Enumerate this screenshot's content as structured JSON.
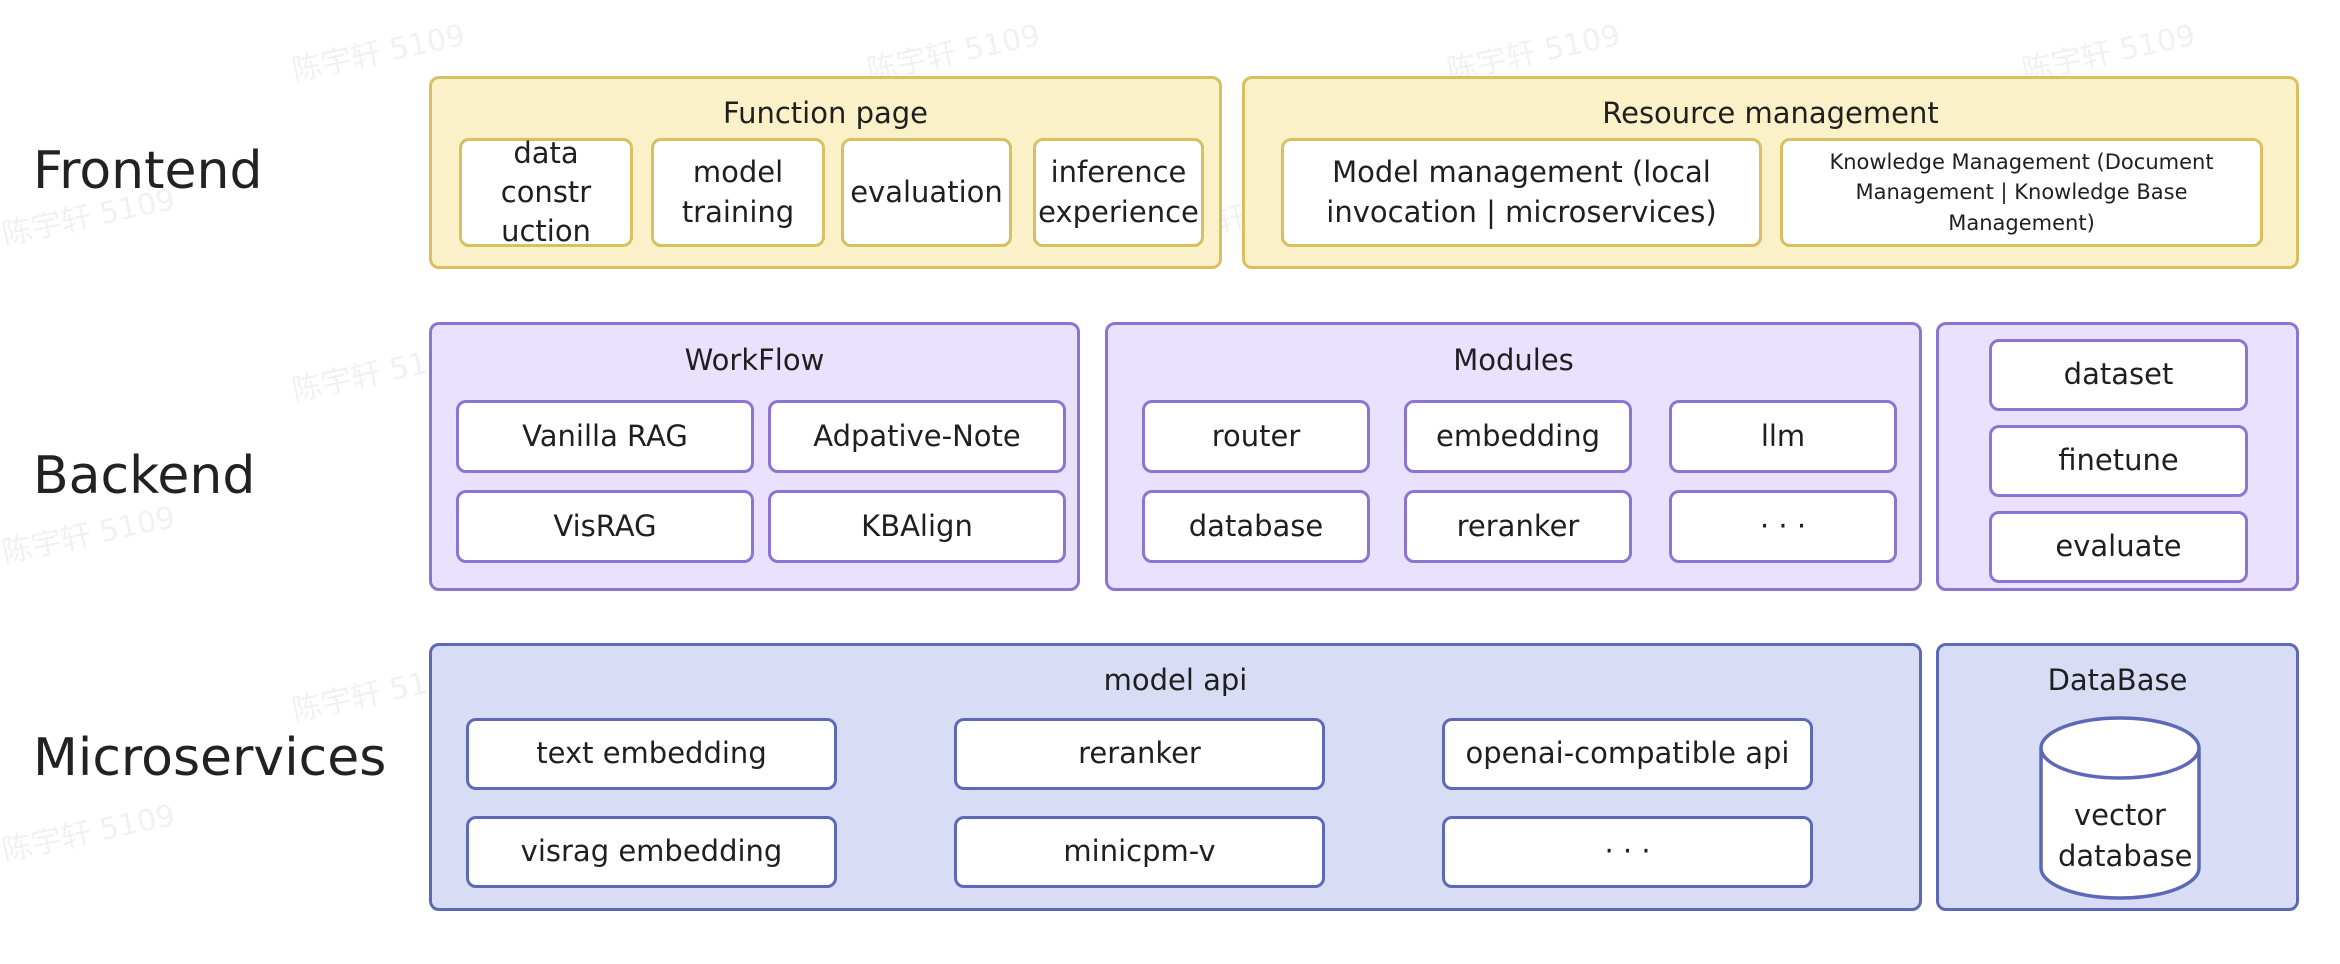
{
  "layers": {
    "frontend": "Frontend",
    "backend": "Backend",
    "microservices": "Microservices"
  },
  "frontend": {
    "function_page": {
      "title": "Function page",
      "items": [
        "data constr uction",
        "model training",
        "evaluation",
        "inference experience"
      ]
    },
    "resource_management": {
      "title": "Resource management",
      "items": [
        "Model management (local invocation | microservices)",
        "Knowledge Management (Document Management | Knowledge Base Management)"
      ]
    }
  },
  "backend": {
    "workflow": {
      "title": "WorkFlow",
      "items": [
        "Vanilla RAG",
        "Adpative-Note",
        "VisRAG",
        "KBAlign"
      ]
    },
    "modules": {
      "title": "Modules",
      "items": [
        "router",
        "embedding",
        "llm",
        "database",
        "reranker",
        "· · ·"
      ]
    },
    "tools": {
      "items": [
        "dataset",
        "finetune",
        "evaluate"
      ]
    }
  },
  "microservices": {
    "model_api": {
      "title": "model api",
      "items": [
        "text embedding",
        "reranker",
        "openai-compatible api",
        "visrag embedding",
        "minicpm-v",
        "· · ·"
      ]
    },
    "database": {
      "title": "DataBase",
      "cylinder_label": "vector database"
    }
  },
  "watermark": "陈宇轩 5109",
  "colors": {
    "frontend_fill": "#fbf1c8",
    "frontend_border": "#d8bf62",
    "backend_fill": "#e9e1fd",
    "backend_border": "#8b74d4",
    "micro_fill": "#d8dcf4",
    "micro_border": "#5d68b8"
  }
}
